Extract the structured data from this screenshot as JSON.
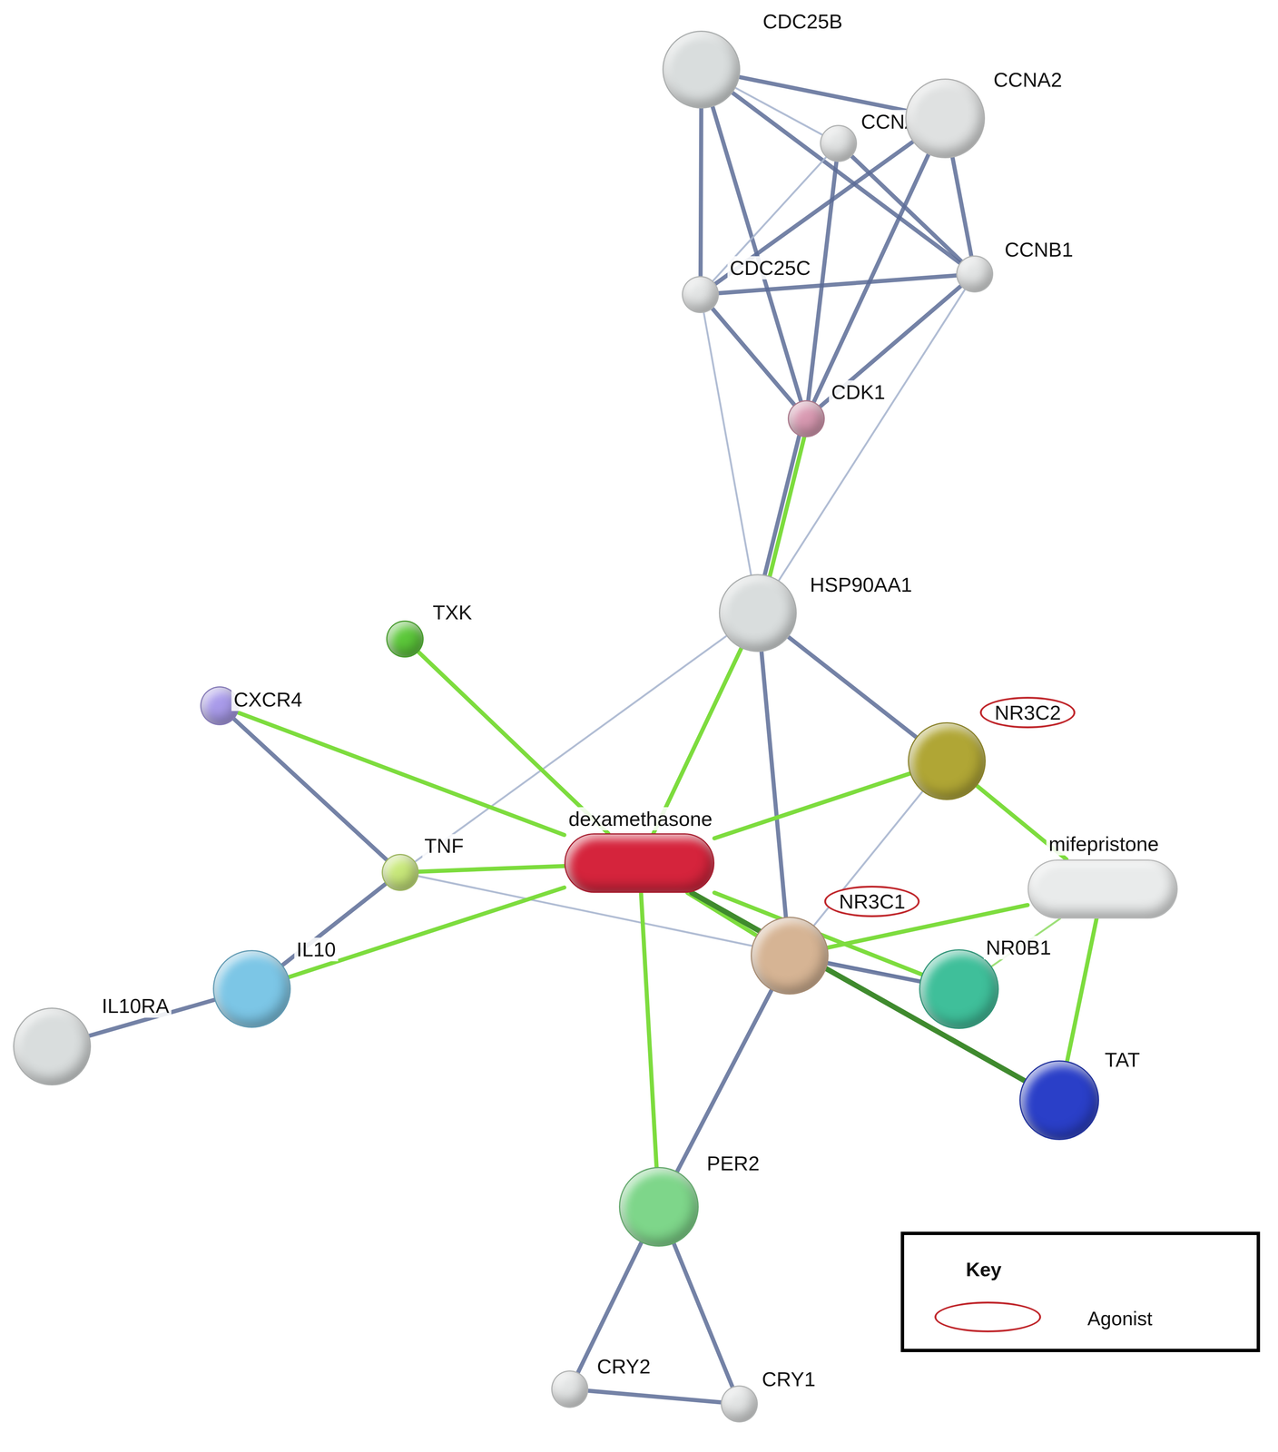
{
  "diagram": {
    "nodes": [
      {
        "text": [
          "CDC25B"
        ]
      },
      {
        "text": [
          "CCNA1"
        ]
      },
      {
        "text": [
          "CCNA2"
        ]
      },
      {
        "text": [
          "CDC25C"
        ]
      },
      {
        "text": [
          "CCNB1"
        ]
      },
      {
        "text": [
          "CDK1"
        ]
      },
      {
        "text": [
          "HSP90AA1"
        ]
      },
      {
        "text": [
          "TXK"
        ]
      },
      {
        "text": [
          "CXCR4"
        ]
      },
      {
        "text": [
          "NR3C2"
        ]
      },
      {
        "text": [
          "TNF"
        ]
      },
      {
        "text": [
          "dexamethasone"
        ]
      },
      {
        "text": [
          "mifepristone"
        ]
      },
      {
        "text": [
          "NR3C1"
        ]
      },
      {
        "text": [
          "NR0B1"
        ]
      },
      {
        "text": [
          "IL10"
        ]
      },
      {
        "text": [
          "IL10RA"
        ]
      },
      {
        "text": [
          "TAT"
        ]
      },
      {
        "text": [
          "PER2"
        ]
      },
      {
        "text": [
          "CRY2"
        ]
      },
      {
        "text": [
          "CRY1"
        ]
      }
    ],
    "edges": [
      {
        "from": 0,
        "to": 1,
        "arrow": "none"
      },
      {
        "from": 0,
        "to": 2,
        "arrow": "none"
      },
      {
        "from": 0,
        "to": 3,
        "arrow": "none"
      },
      {
        "from": 0,
        "to": 5,
        "arrow": "none"
      },
      {
        "from": 0,
        "to": 4,
        "arrow": "none"
      },
      {
        "from": 1,
        "to": 3,
        "arrow": "none"
      },
      {
        "from": 1,
        "to": 5,
        "arrow": "none"
      },
      {
        "from": 1,
        "to": 4,
        "arrow": "none"
      },
      {
        "from": 2,
        "to": 3,
        "arrow": "none"
      },
      {
        "from": 2,
        "to": 5,
        "arrow": "none"
      },
      {
        "from": 2,
        "to": 4,
        "arrow": "none"
      },
      {
        "from": 3,
        "to": 4,
        "arrow": "none"
      },
      {
        "from": 3,
        "to": 5,
        "arrow": "none"
      },
      {
        "from": 3,
        "to": 6,
        "arrow": "none"
      },
      {
        "from": 4,
        "to": 5,
        "arrow": "none"
      },
      {
        "from": 4,
        "to": 6,
        "arrow": "none"
      },
      {
        "from": 5,
        "to": 6,
        "arrow": "none"
      },
      {
        "from": 5,
        "to": 6,
        "arrow": "none"
      },
      {
        "from": 6,
        "to": 10,
        "arrow": "none"
      },
      {
        "from": 6,
        "to": 11,
        "arrow": "none"
      },
      {
        "from": 6,
        "to": 9,
        "arrow": "none"
      },
      {
        "from": 6,
        "to": 13,
        "arrow": "none"
      },
      {
        "from": 7,
        "to": 11,
        "arrow": "none"
      },
      {
        "from": 8,
        "to": 11,
        "arrow": "none"
      },
      {
        "from": 8,
        "to": 10,
        "arrow": "none"
      },
      {
        "from": 10,
        "to": 11,
        "arrow": "none"
      },
      {
        "from": 10,
        "to": 15,
        "arrow": "none"
      },
      {
        "from": 10,
        "to": 14,
        "arrow": "none"
      },
      {
        "from": 15,
        "to": 16,
        "arrow": "none"
      },
      {
        "from": 15,
        "to": 11,
        "arrow": "none"
      },
      {
        "from": 11,
        "to": 9,
        "arrow": "none"
      },
      {
        "from": 11,
        "to": 13,
        "arrow": "none"
      },
      {
        "from": 11,
        "to": 14,
        "arrow": "none"
      },
      {
        "from": 11,
        "to": 17,
        "arrow": "none"
      },
      {
        "from": 11,
        "to": 18,
        "arrow": "none"
      },
      {
        "from": 9,
        "to": 12,
        "arrow": "none"
      },
      {
        "from": 9,
        "to": 13,
        "arrow": "none"
      },
      {
        "from": 12,
        "to": 13,
        "arrow": "none"
      },
      {
        "from": 12,
        "to": 14,
        "arrow": "none"
      },
      {
        "from": 12,
        "to": 17,
        "arrow": "none"
      },
      {
        "from": 13,
        "to": 14,
        "arrow": "none"
      },
      {
        "from": 13,
        "to": 18,
        "arrow": "none"
      },
      {
        "from": 18,
        "to": 19,
        "arrow": "none"
      },
      {
        "from": 18,
        "to": 20,
        "arrow": "none"
      },
      {
        "from": 19,
        "to": 20,
        "arrow": "none"
      }
    ],
    "labels": [
      "Key"
    ],
    "legend": [
      {
        "text": "Agonist"
      }
    ]
  }
}
